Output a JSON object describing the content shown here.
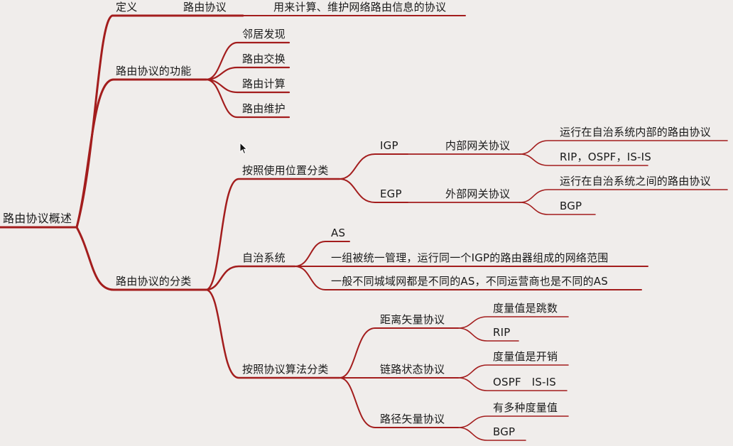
{
  "mindmap": {
    "root": "路由协议概述",
    "definition": {
      "label": "定义",
      "term": "路由协议",
      "desc": "用来计算、维护网络路由信息的协议"
    },
    "functions": {
      "label": "路由协议的功能",
      "items": [
        "邻居发现",
        "路由交换",
        "路由计算",
        "路由维护"
      ]
    },
    "classification": {
      "label": "路由协议的分类",
      "by_position": {
        "label": "按照使用位置分类",
        "igp": {
          "label": "IGP",
          "full": "内部网关协议",
          "desc": "运行在自治系统内部的路由协议",
          "examples": "RIP，OSPF，IS-IS"
        },
        "egp": {
          "label": "EGP",
          "full": "外部网关协议",
          "desc": "运行在自治系统之间的路由协议",
          "examples": "BGP"
        }
      },
      "autonomous_system": {
        "label": "自治系统",
        "items": [
          "AS",
          "一组被统一管理，运行同一个IGP的路由器组成的网络范围",
          "一般不同城域网都是不同的AS，不同运营商也是不同的AS"
        ]
      },
      "by_algorithm": {
        "label": "按照协议算法分类",
        "distance_vector": {
          "label": "距离矢量协议",
          "metric": "度量值是跳数",
          "example": "RIP"
        },
        "link_state": {
          "label": "链路状态协议",
          "metric": "度量值是开销",
          "example": "OSPF   IS-IS"
        },
        "path_vector": {
          "label": "路径矢量协议",
          "metric": "有多种度量值",
          "example": "BGP"
        }
      }
    },
    "edge_color": "#a31d1d",
    "background": "#f0edeb"
  }
}
